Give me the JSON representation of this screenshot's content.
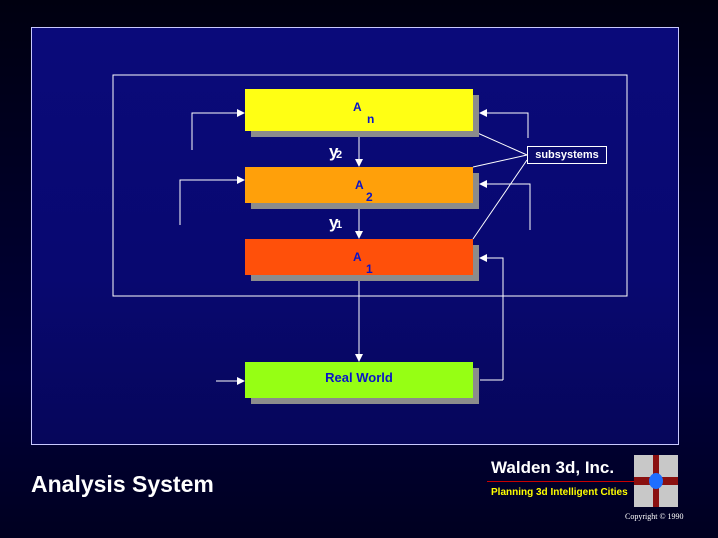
{
  "slide": {
    "title": "Analysis System",
    "company": "Walden 3d, Inc.",
    "tagline": "Planning 3d Intelligent Cities",
    "copyright": "Copyright © 1990"
  },
  "diagram": {
    "boxes": {
      "an": {
        "label": "A",
        "subscript": "n",
        "color": "#ffff14"
      },
      "a2": {
        "label": "A",
        "subscript": "2",
        "color": "#ffa00a"
      },
      "a1": {
        "label": "A",
        "subscript": "1",
        "color": "#ff500a"
      },
      "real_world": {
        "label": "Real World",
        "color": "#96ff14"
      }
    },
    "transitions": [
      {
        "label": "y",
        "subscript": "2"
      },
      {
        "label": "y",
        "subscript": "1"
      }
    ],
    "callout": "subsystems"
  }
}
